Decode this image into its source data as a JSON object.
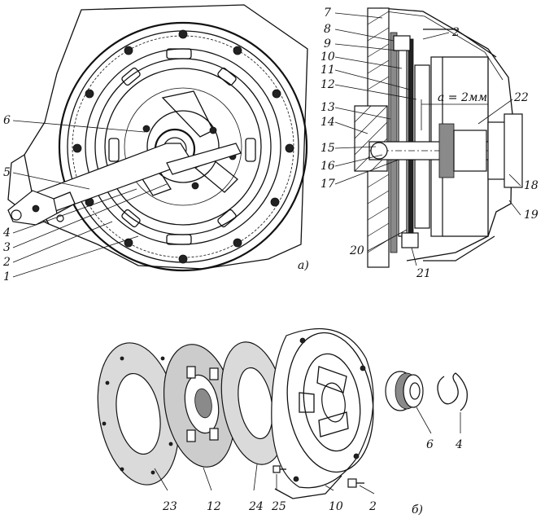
{
  "figure": {
    "view_a": {
      "caption": "а)",
      "labels": [
        "1",
        "2",
        "3",
        "4",
        "5",
        "6"
      ]
    },
    "section": {
      "labels": [
        "7",
        "8",
        "9",
        "10",
        "11",
        "12",
        "13",
        "14",
        "15",
        "16",
        "17",
        "2",
        "22",
        "18",
        "19",
        "20",
        "21"
      ],
      "gap_note": "a = 2мм"
    },
    "view_b": {
      "caption": "б)",
      "labels": [
        "23",
        "12",
        "24",
        "25",
        "10",
        "2",
        "6",
        "4"
      ]
    }
  }
}
